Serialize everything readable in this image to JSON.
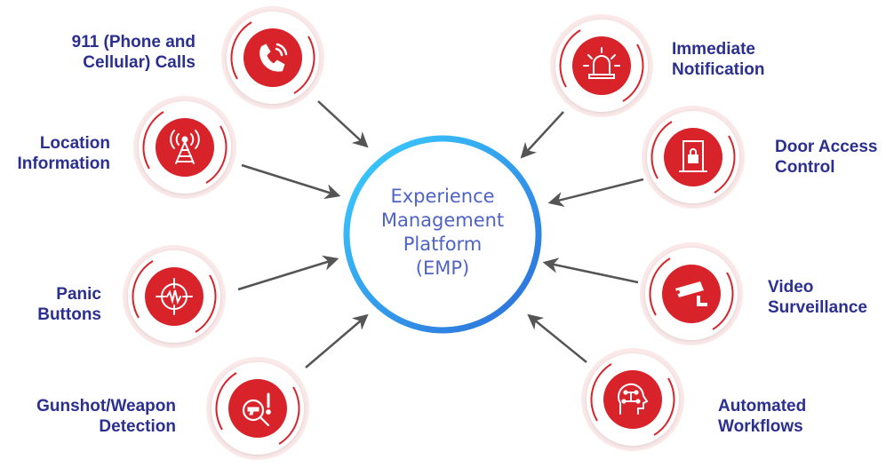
{
  "hub": {
    "text": "Experience\nManagement\nPlatform\n(EMP)"
  },
  "inputs": [
    {
      "label": "911 (Phone and\nCellular) Calls",
      "icon": "phone-icon"
    },
    {
      "label": "Location\nInformation",
      "icon": "cell-tower-icon"
    },
    {
      "label": "Panic\nButtons",
      "icon": "crosshair-icon"
    },
    {
      "label": "Gunshot/Weapon\nDetection",
      "icon": "gun-search-icon"
    }
  ],
  "outputs": [
    {
      "label": "Immediate\nNotification",
      "icon": "siren-icon"
    },
    {
      "label": "Door Access\nControl",
      "icon": "door-lock-icon"
    },
    {
      "label": "Video\nSurveillance",
      "icon": "security-camera-icon"
    },
    {
      "label": "Automated\nWorkflows",
      "icon": "ai-head-icon"
    }
  ],
  "colors": {
    "accent_red": "#d9232b",
    "label_blue": "#2b2f8f",
    "hub_text": "#4f63c7",
    "hub_ring_start": "#3ad0ff",
    "hub_ring_end": "#2c6bd9",
    "arrow": "#555555"
  }
}
